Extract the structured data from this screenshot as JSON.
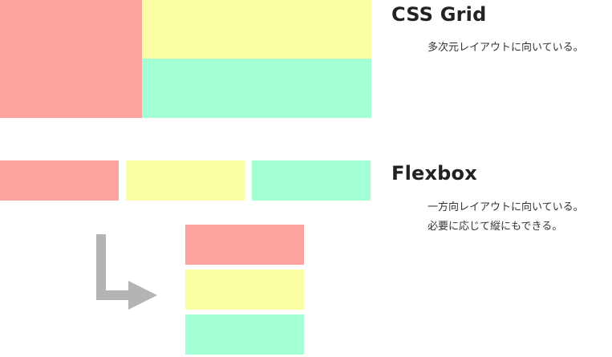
{
  "colors": {
    "red": "#ffa3a1",
    "yellow": "#fbffa3",
    "green": "#a3ffd4",
    "arrow": "#b4b4b4",
    "text": "#222222"
  },
  "grid_section": {
    "title": "CSS Grid",
    "description": "多次元レイアウトに向いている。"
  },
  "flex_section": {
    "title": "Flexbox",
    "description_lines": [
      "一方向レイアウトに向いている。",
      "必要に応じて縦にもできる。"
    ]
  }
}
